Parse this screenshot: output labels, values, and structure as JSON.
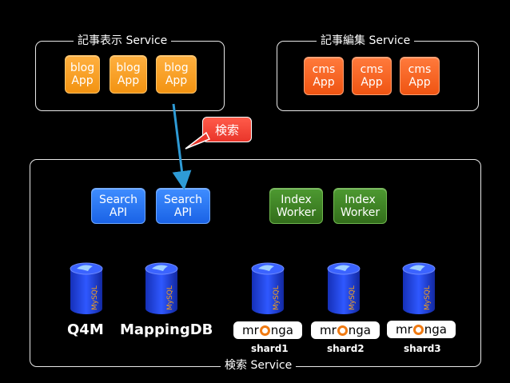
{
  "groups": {
    "display": "記事表示 Service",
    "edit": "記事編集 Service",
    "search": "検索 Service"
  },
  "blog_apps": [
    "blog\nApp",
    "blog\nApp",
    "blog\nApp"
  ],
  "cms_apps": [
    "cms\nApp",
    "cms\nApp",
    "cms\nApp"
  ],
  "search_apis": [
    "Search\nAPI",
    "Search\nAPI"
  ],
  "index_workers": [
    "Index\nWorker",
    "Index\nWorker"
  ],
  "callout": "検索",
  "db_labels": {
    "q4m": "Q4M",
    "mapping": "MappingDB"
  },
  "mroonga": {
    "prefix": "mr",
    "suffix": "nga"
  },
  "shards": [
    "shard1",
    "shard2",
    "shard3"
  ],
  "db_text": "MySQL",
  "colors": {
    "blog": "#f29312",
    "cms": "#ef5412",
    "api": "#1a63e6",
    "worker": "#336e1b",
    "callout": "#e9352a",
    "arrow": "#2e9bd6"
  }
}
